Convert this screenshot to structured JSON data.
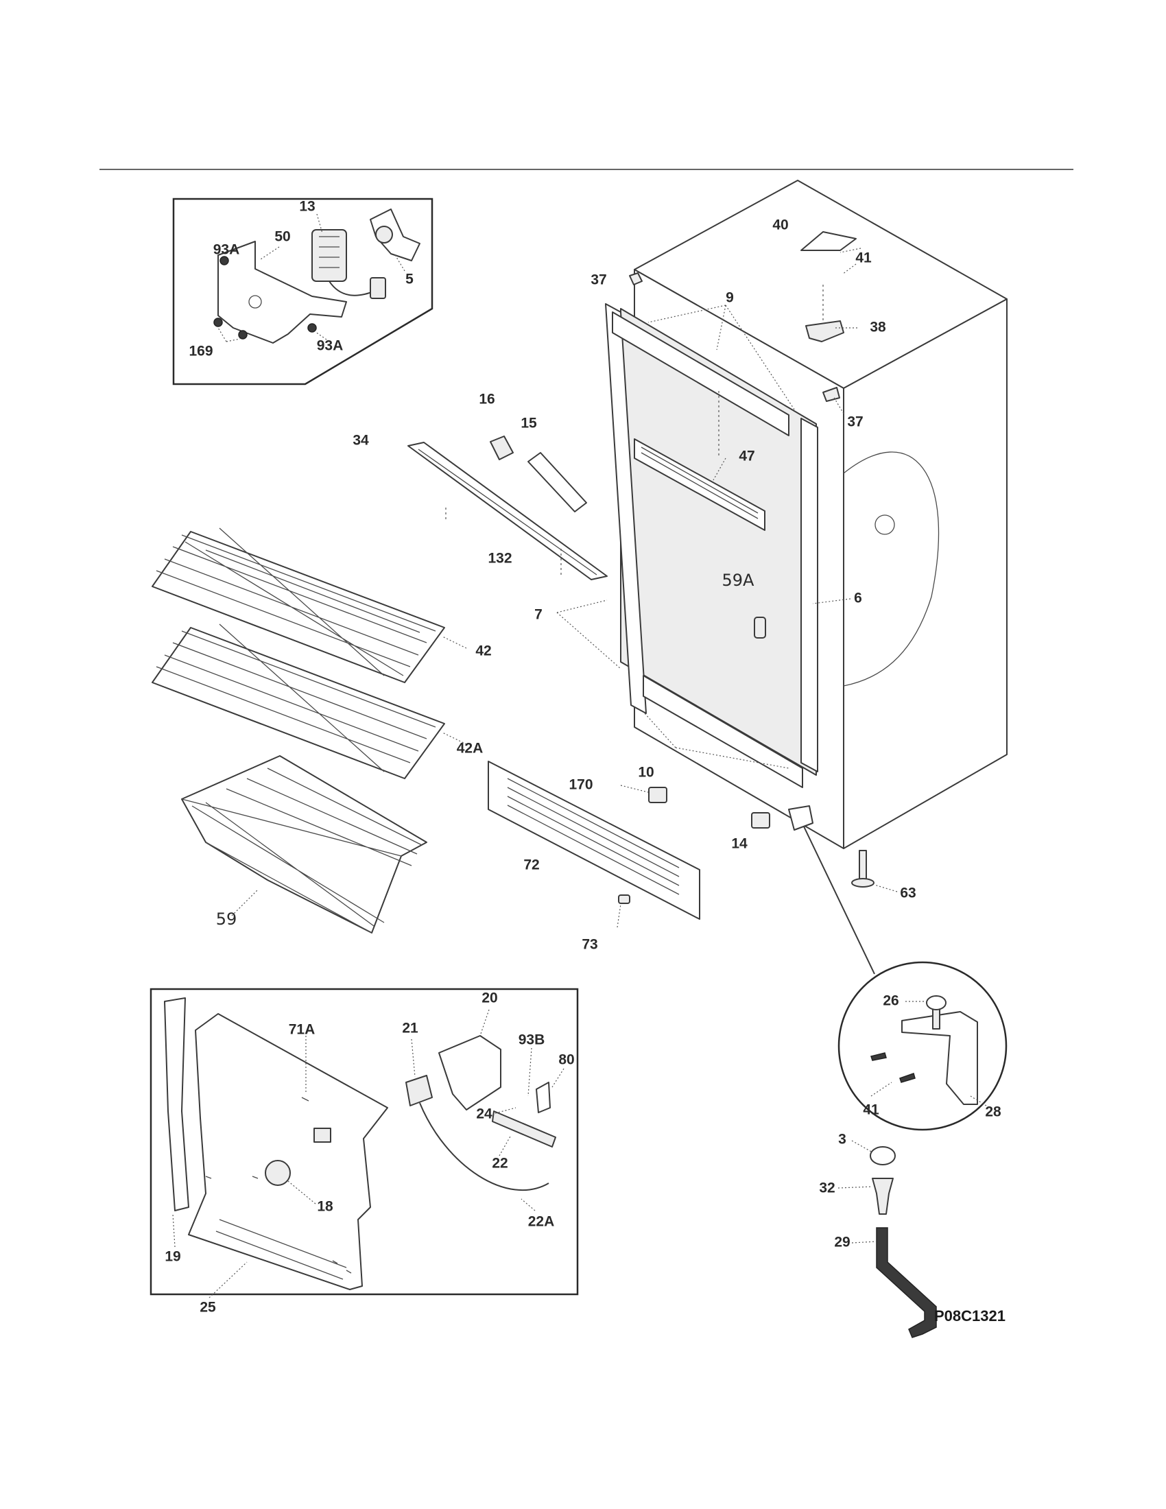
{
  "figure_code": "P08C1321",
  "callouts": {
    "c13": "13",
    "c93a_top": "93A",
    "c50": "50",
    "c5": "5",
    "c169": "169",
    "c93a_bot": "93A",
    "c40": "40",
    "c41_top": "41",
    "c37_a": "37",
    "c9": "9",
    "c38": "38",
    "c37_b": "37",
    "c16": "16",
    "c15": "15",
    "c34": "34",
    "c47": "47",
    "c132": "132",
    "c59a": "59A",
    "c7": "7",
    "c6": "6",
    "c42": "42",
    "c42a": "42A",
    "c10": "10",
    "c170": "170",
    "c14": "14",
    "c72": "72",
    "c63": "63",
    "c59": "59",
    "c73": "73",
    "c20": "20",
    "c21": "21",
    "c71a": "71A",
    "c93b": "93B",
    "c80": "80",
    "c24": "24",
    "c22": "22",
    "c18": "18",
    "c22a": "22A",
    "c19": "19",
    "c25": "25",
    "c26": "26",
    "c41_bot": "41",
    "c28": "28",
    "c3": "3",
    "c32": "32",
    "c29": "29"
  }
}
